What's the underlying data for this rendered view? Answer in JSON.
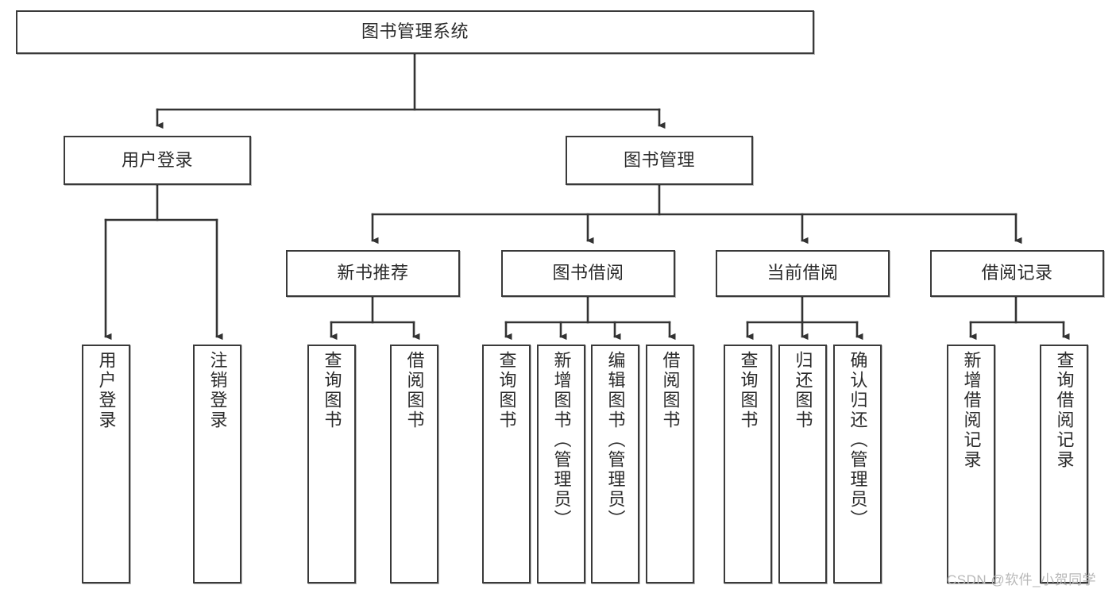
{
  "diagram": {
    "type": "hierarchy-tree",
    "title": "图书管理系统",
    "watermark": "CSDN @软件_小贺同学",
    "root": {
      "id": "root",
      "label": "图书管理系统",
      "level": 0
    },
    "level2": [
      {
        "id": "user-login",
        "label": "用户登录"
      },
      {
        "id": "book-manage",
        "label": "图书管理"
      }
    ],
    "level3": [
      {
        "id": "new-book-rec",
        "label": "新书推荐",
        "parent": "book-manage"
      },
      {
        "id": "book-borrow",
        "label": "图书借阅",
        "parent": "book-manage"
      },
      {
        "id": "current-borrow",
        "label": "当前借阅",
        "parent": "book-manage"
      },
      {
        "id": "borrow-record",
        "label": "借阅记录",
        "parent": "book-manage"
      }
    ],
    "leaves": [
      {
        "id": "leaf-user-login",
        "label": "用户登录",
        "parent": "user-login"
      },
      {
        "id": "leaf-user-logout",
        "label": "注销登录",
        "parent": "user-login"
      },
      {
        "id": "leaf-query-book-1",
        "label": "查询图书",
        "parent": "new-book-rec"
      },
      {
        "id": "leaf-borrow-book-1",
        "label": "借阅图书",
        "parent": "new-book-rec"
      },
      {
        "id": "leaf-query-book-2",
        "label": "查询图书",
        "parent": "book-borrow"
      },
      {
        "id": "leaf-add-book",
        "label": "新增图书（管理员）",
        "parent": "book-borrow"
      },
      {
        "id": "leaf-edit-book",
        "label": "编辑图书（管理员）",
        "parent": "book-borrow"
      },
      {
        "id": "leaf-borrow-book-2",
        "label": "借阅图书",
        "parent": "book-borrow"
      },
      {
        "id": "leaf-query-book-3",
        "label": "查询图书",
        "parent": "current-borrow"
      },
      {
        "id": "leaf-return-book",
        "label": "归还图书",
        "parent": "current-borrow"
      },
      {
        "id": "leaf-confirm-return",
        "label": "确认归还（管理员）",
        "parent": "current-borrow"
      },
      {
        "id": "leaf-add-record",
        "label": "新增借阅记录",
        "parent": "borrow-record"
      },
      {
        "id": "leaf-query-record",
        "label": "查询借阅记录",
        "parent": "borrow-record"
      }
    ],
    "colors": {
      "box_border": "#3a3a3a",
      "box_fill": "#ffffff",
      "connector": "#333333",
      "text": "#2b2b2b",
      "watermark": "#b8b8b8",
      "background": "#ffffff"
    }
  }
}
